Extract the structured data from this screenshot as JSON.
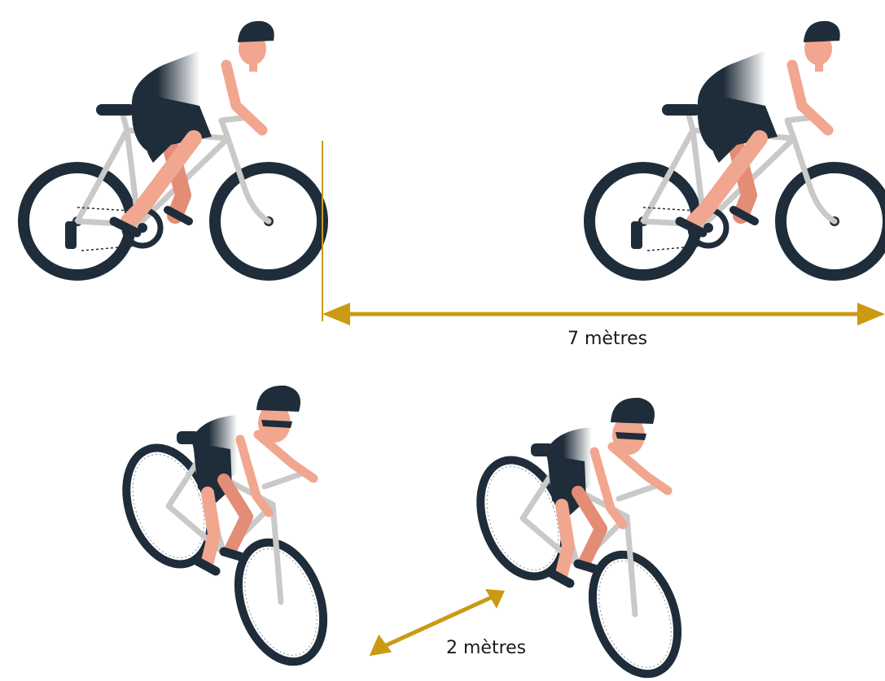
{
  "top_panel": {
    "distance_label": "7 mètres",
    "cyclists": 2,
    "view": "side"
  },
  "bottom_panel": {
    "distance_label": "2 mètres",
    "cyclists": 2,
    "view": "front-three-quarter"
  },
  "colors": {
    "arrow": "#c99a12",
    "wheel": "#1f2d3a",
    "frame": "#c9c9c9",
    "jersey": "#ffffff",
    "shorts": "#1f2d3a",
    "skin": "#f1a68f",
    "text": "#1b1b1b"
  }
}
